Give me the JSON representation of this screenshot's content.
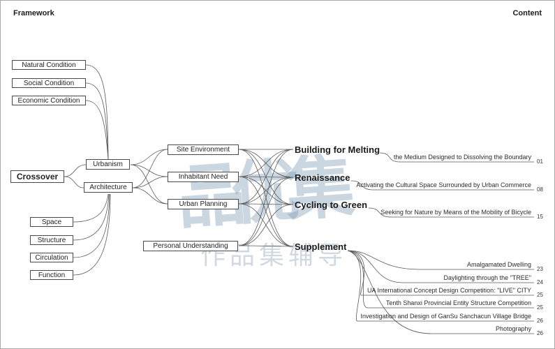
{
  "header": {
    "left": "Framework",
    "right": "Content"
  },
  "watermark": {
    "main": "品优集",
    "sub": "作品集辅导"
  },
  "tree": {
    "root": "Crossover",
    "conditions": [
      "Natural Condition",
      "Social Condition",
      "Economic Condition"
    ],
    "branches": [
      "Urbanism",
      "Architecture"
    ],
    "aspects": [
      "Space",
      "Structure",
      "Circulation",
      "Function"
    ],
    "topics": [
      "Site Environment",
      "Inhabitant Need",
      "Urban Planning",
      "Personal Understanding"
    ]
  },
  "sections": [
    {
      "title": "Building for Melting",
      "subtitle": "the Medium Designed to Dissolving the Boundary",
      "page": "01"
    },
    {
      "title": "Renaissance",
      "subtitle": "Activating the Cultural Space Surrounded by Urban Commerce",
      "page": "08"
    },
    {
      "title": "Cycling to Green",
      "subtitle": "Seeking for Nature by Means of the Mobility of Bicycle",
      "page": "15"
    },
    {
      "title": "Supplement",
      "items": [
        {
          "label": "Amalgamated Dwelling",
          "page": "23"
        },
        {
          "label": "Daylighting through the \"TREE\"",
          "page": "24"
        },
        {
          "label": "UA International Concept Design Competition: \"LIVE\" CITY",
          "page": "25"
        },
        {
          "label": "Tenth Shanxi Provincial Entity Structure Competition",
          "page": "25"
        },
        {
          "label": "Investigation and Design of GanSu Sanchacun Village Bridge",
          "page": "26"
        },
        {
          "label": "Photography",
          "page": "26"
        }
      ]
    }
  ]
}
